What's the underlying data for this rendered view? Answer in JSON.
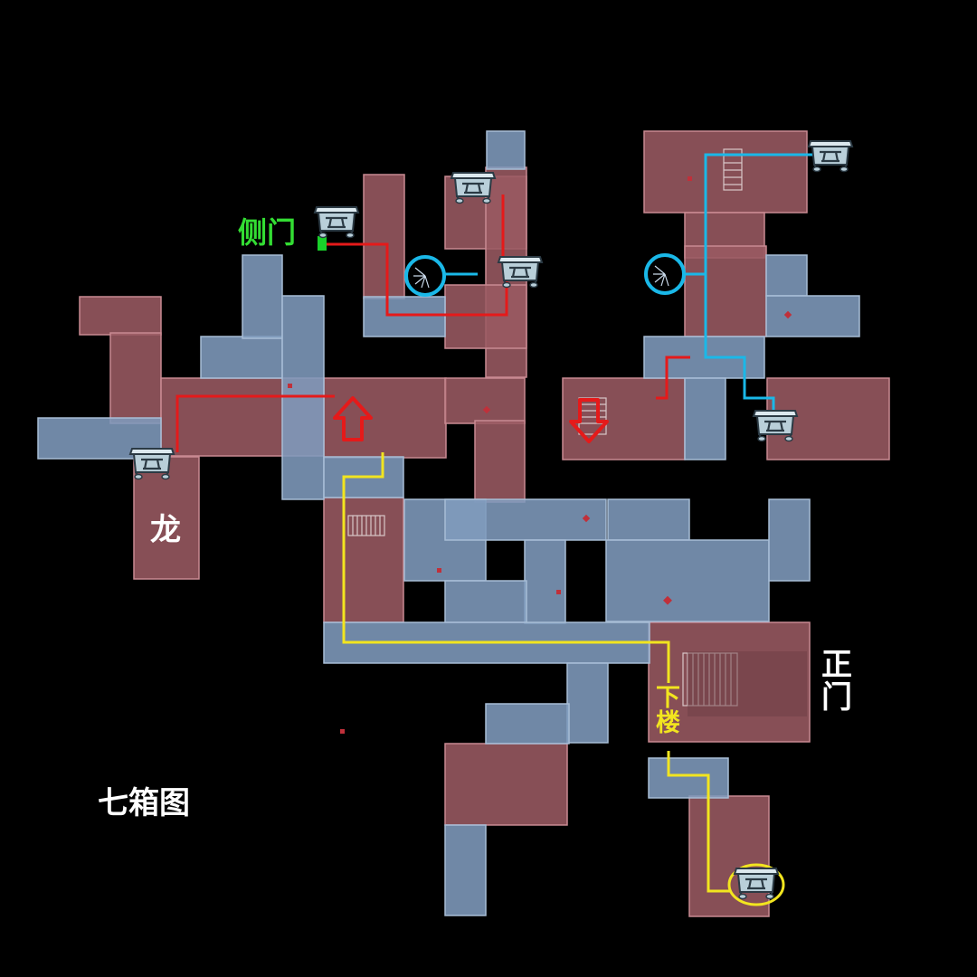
{
  "map": {
    "title": "七箱图",
    "labels": {
      "side_door": "侧门",
      "main_door_line1": "正",
      "main_door_line2": "门",
      "dragon": "龙",
      "downstairs_line1": "下",
      "downstairs_line2": "楼"
    },
    "colors": {
      "background": "#000000",
      "red_room": "#9a5a62",
      "blue_room": "#7f9bbd",
      "red_path": "#e51a1a",
      "blue_path": "#1ab8e8",
      "yellow_path": "#f2e51f",
      "green_marker": "#19d02a",
      "chest": "#cfe0ea",
      "text_white": "#ffffff",
      "text_green": "#33dd33",
      "text_yellow": "#f2e51f"
    },
    "icons": [
      "treasure-chest-icon",
      "spiral-stair-icon",
      "up-arrow-icon",
      "down-arrow-icon",
      "side-door-marker-icon"
    ],
    "chest_count": 7
  }
}
